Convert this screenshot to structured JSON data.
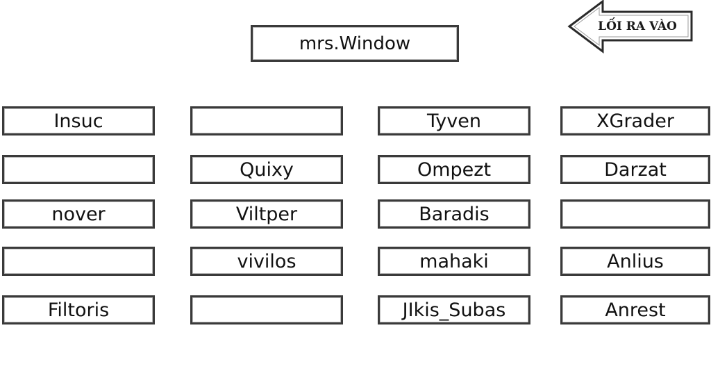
{
  "teacher_desk": {
    "label": "mrs.Window"
  },
  "exit_sign": {
    "label": "LỐI RA VÀO",
    "icon": "arrow-left-icon"
  },
  "seats": [
    {
      "name": "Insuc"
    },
    {
      "name": ""
    },
    {
      "name": "nover"
    },
    {
      "name": ""
    },
    {
      "name": "Filtoris"
    },
    {
      "name": ""
    },
    {
      "name": "Quixy"
    },
    {
      "name": "Viltper"
    },
    {
      "name": "vivilos"
    },
    {
      "name": ""
    },
    {
      "name": "Tyven"
    },
    {
      "name": "Ompezt"
    },
    {
      "name": "Baradis"
    },
    {
      "name": "mahaki"
    },
    {
      "name": "JIkis_Subas"
    },
    {
      "name": "XGrader"
    },
    {
      "name": "Darzat"
    },
    {
      "name": ""
    },
    {
      "name": "Anlius"
    },
    {
      "name": "Anrest"
    }
  ]
}
